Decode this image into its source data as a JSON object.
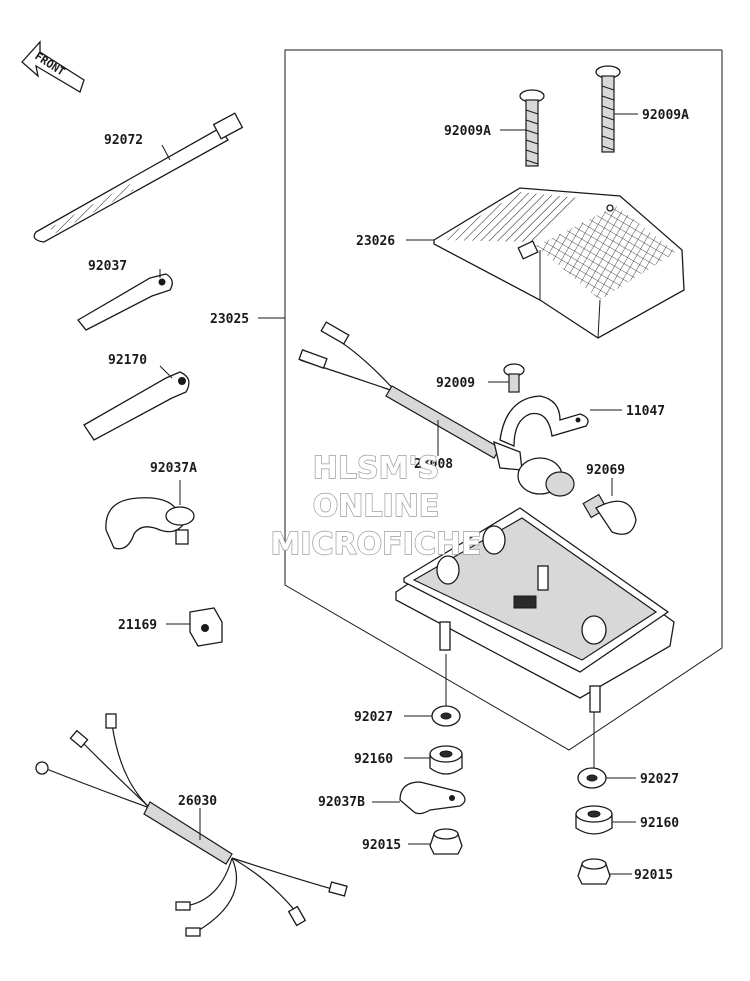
{
  "direction_arrow": "FRONT",
  "part_labels": {
    "p92072": "92072",
    "p92037": "92037",
    "p92170": "92170",
    "p92037A": "92037A",
    "p21169": "21169",
    "p26030": "26030",
    "p23025": "23025",
    "p92009A_left": "92009A",
    "p92009A_right": "92009A",
    "p23026": "23026",
    "p92009": "92009",
    "p11047": "11047",
    "p23008": "23008",
    "p92069": "92069",
    "p92027_left": "92027",
    "p92160_left": "92160",
    "p92037B": "92037B",
    "p92015_left": "92015",
    "p92027_right": "92027",
    "p92160_right": "92160",
    "p92015_right": "92015"
  },
  "watermark": {
    "line1": "HLSM'S",
    "line2": "ONLINE",
    "line3": "MICROFICHE"
  }
}
